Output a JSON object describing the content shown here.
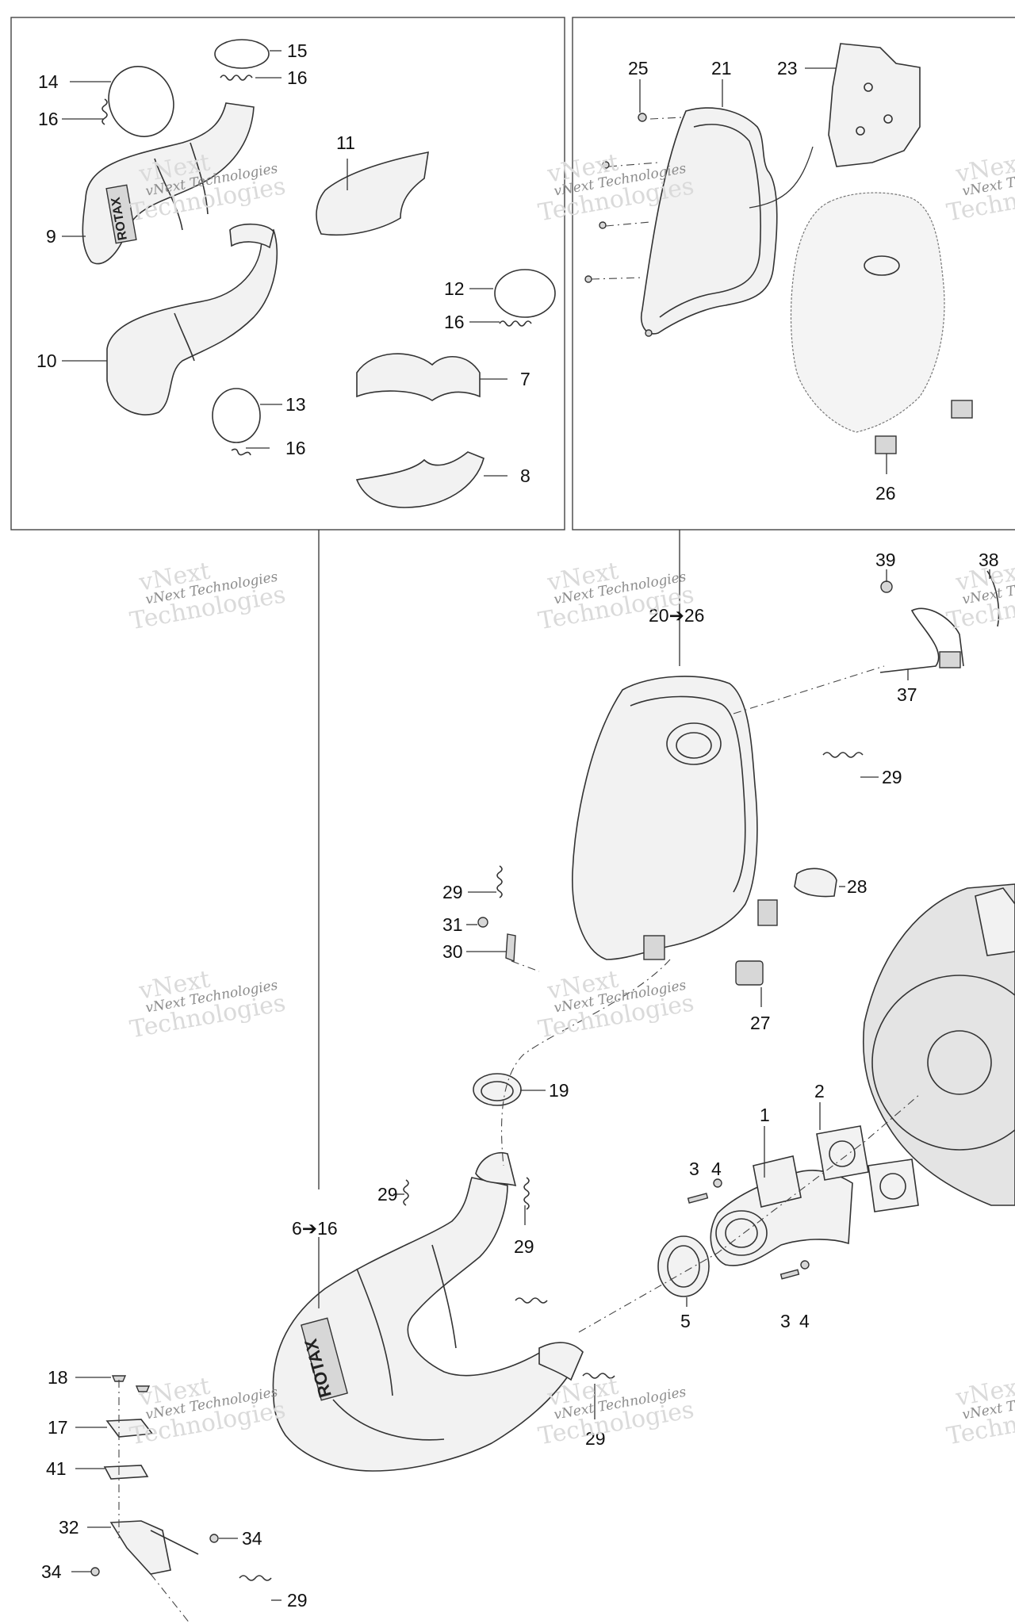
{
  "watermark": {
    "line1": "vNext",
    "line2": "vNext Technologies",
    "line3": "Technologies"
  },
  "callouts": {
    "c1": "1",
    "c2": "2",
    "c3": "3",
    "c3b": "3",
    "c4": "4",
    "c4b": "4",
    "c5": "5",
    "c6to16": "6➔16",
    "c7": "7",
    "c8": "8",
    "c9": "9",
    "c10": "10",
    "c11": "11",
    "c12": "12",
    "c13": "13",
    "c14": "14",
    "c15": "15",
    "c16a": "16",
    "c16b": "16",
    "c16c": "16",
    "c16d": "16",
    "c17": "17",
    "c18": "18",
    "c19": "19",
    "c20to26": "20➔26",
    "c21": "21",
    "c23": "23",
    "c25": "25",
    "c26": "26",
    "c27": "27",
    "c28": "28",
    "c29a": "29",
    "c29b": "29",
    "c29c": "29",
    "c29d": "29",
    "c29e": "29",
    "c29f": "29",
    "c30": "30",
    "c31": "31",
    "c32": "32",
    "c34a": "34",
    "c34b": "34",
    "c37": "37",
    "c38": "38",
    "c39": "39",
    "c41": "41"
  },
  "brand_marks": {
    "rotax_small": "ROTAX",
    "rotax_large": "ROTAX"
  }
}
